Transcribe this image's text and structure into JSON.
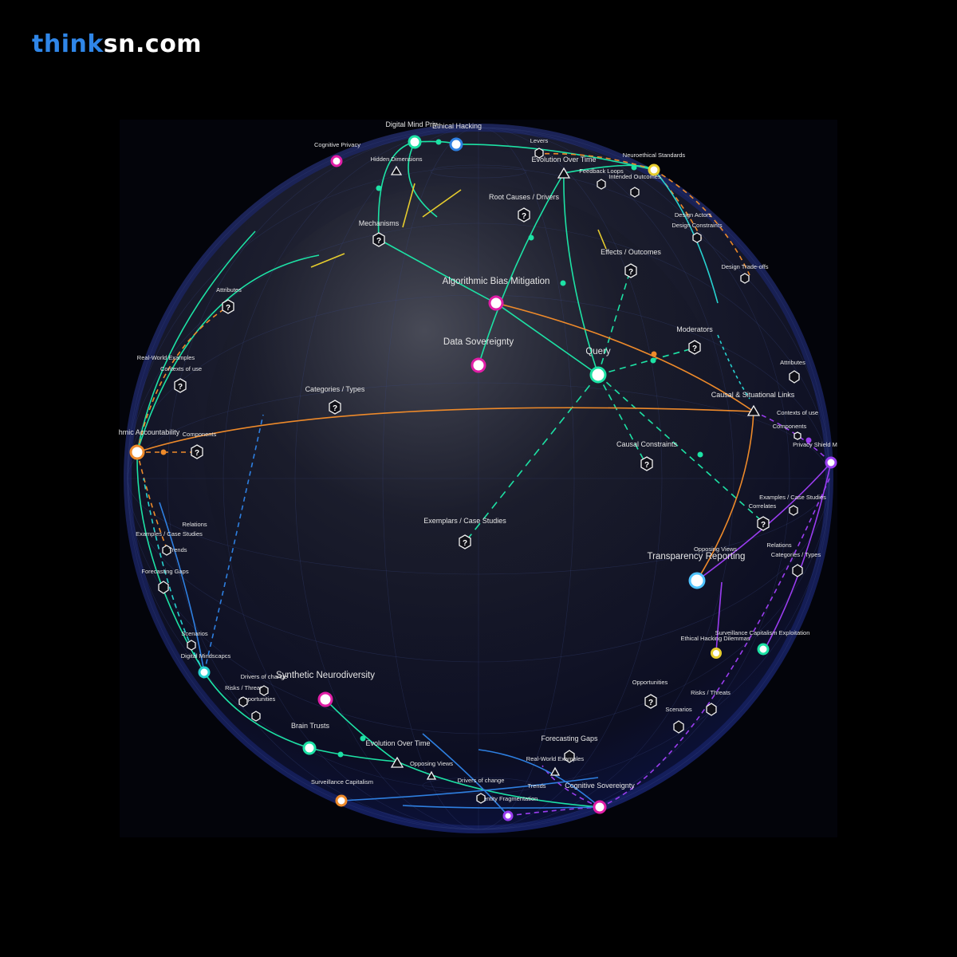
{
  "brand": {
    "logo_part1": "think",
    "logo_part2": "sn.com"
  },
  "colors": {
    "teal": "#1de2a5",
    "orange": "#ee8a2a",
    "purple": "#9a3df0",
    "blue": "#2e7fe0",
    "cyan": "#27d1cf",
    "yellow": "#e6cc2e",
    "magenta": "#e01ea6",
    "sky": "#4fc3ff"
  },
  "nodes": {
    "query": "Query",
    "algorithmic_bias_mitigation": "Algorithmic Bias Mitigation",
    "data_sovereignty": "Data Sovereignty",
    "transparency_reporting": "Transparency Reporting",
    "synthetic_neurodiversity": "Synthetic Neurodiversity",
    "algorithmic_accountability": "hmic Accountability",
    "digital_mind_privacy": "Digital Mind Priv",
    "ethical_hacking": "Ethical Hacking",
    "cognitive_privacy": "Cognitive Privacy",
    "neuroethical_standards": "Neuroethical Standards",
    "privacy_shield": "Privacy Shield M",
    "surveillance_capitalism_exploitation": "Surveillance Capitalism Exploitation",
    "ethical_hacking_dilemmas": "Ethical Hacking Dilemmas",
    "brain_trusts": "Brain Trusts",
    "digital_mindscapes": "Digital Mindscapcs",
    "surveillance_capitalism": "Surveillance Capitalism",
    "cognitive_sovereignty": "Cognitive Sovereignty",
    "identity_fragmentation": "Identity Fragmentation"
  },
  "facets": {
    "categories_types": "Categories / Types",
    "exemplars_case_studies": "Exemplars / Case Studies",
    "causal_constraints": "Causal Constraints",
    "moderators": "Moderators",
    "effects_outcomes": "Effects / Outcomes",
    "root_causes_drivers": "Root Causes / Drivers",
    "mechanisms": "Mechanisms",
    "hidden_dimensions": "Hidden Dimensions",
    "levers": "Levers",
    "evolution_over_time_top": "Evolution Over Time",
    "feedback_loops": "Feedback Loops",
    "intended_outcomes": "Intended Outcomes",
    "design_actors": "Design Actors",
    "design_constraints": "Design Constraints",
    "design_tradeoffs": "Design Trade-offs",
    "attributes_left": "Attributes",
    "real_world_examples_left": "Real-World Examples",
    "contexts_of_use_left": "Contexts of use",
    "components_left": "Components",
    "relations_left": "Relations",
    "examples_case_studies_left": "Examples / Case Studies",
    "trends_left": "Trends",
    "forecasting_gaps_left": "Forecasting Gaps",
    "scenarios_left": "Scenarios",
    "drivers_of_change_left": "Drivers of change",
    "risks_threats_left": "Risks / Threats",
    "opportunities_left": "Opportunities",
    "evolution_over_time_bottom": "Evolution Over Time",
    "opposing_views_bottom": "Opposing Views",
    "drivers_of_change_bottom": "Drivers of change",
    "trends_bottom": "Trends",
    "forecasting_gaps_bottom": "Forecasting Gaps",
    "real_world_examples_bottom": "Real-World Examples",
    "opportunities_right": "Opportunities",
    "risks_threats_right": "Risks / Threats",
    "scenarios_right": "Scenarios",
    "attributes_right": "Attributes",
    "causal_situational_links": "Causal & Situational Links",
    "contexts_of_use_right": "Contexts of use",
    "components_right": "Components",
    "examples_case_studies_right": "Examples / Case Studies",
    "correlates": "Correlates",
    "relations_right": "Relations",
    "categories_types_right": "Categories / Types",
    "opposing_views_right": "Opposing Views"
  }
}
